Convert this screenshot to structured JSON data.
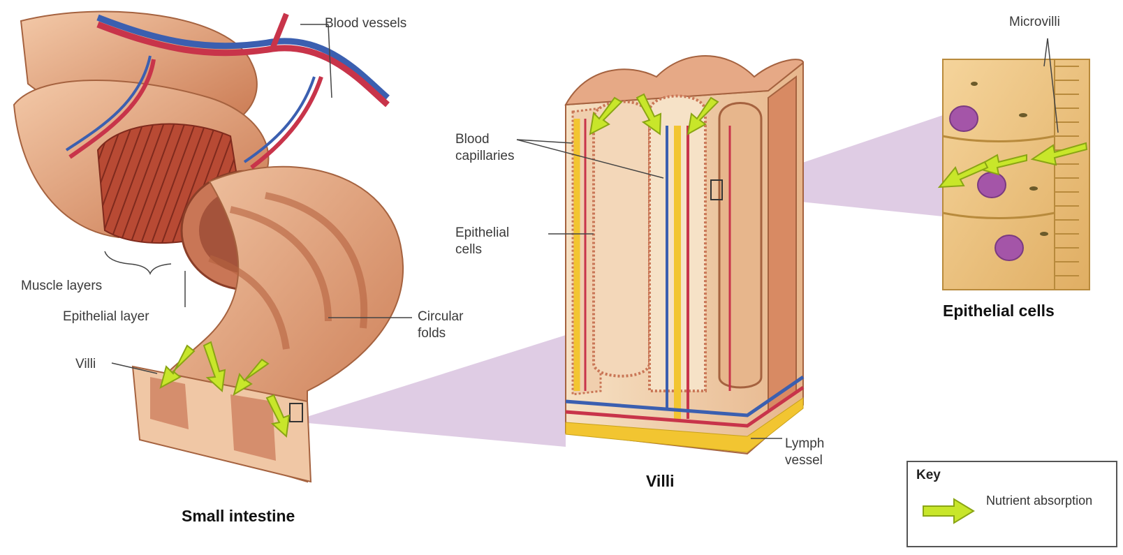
{
  "labels": {
    "blood_vessels": "Blood vessels",
    "microvilli": "Microvilli",
    "blood_capillaries_1": "Blood",
    "blood_capillaries_2": "capillaries",
    "epithelial_cells_1": "Epithelial",
    "epithelial_cells_2": "cells",
    "muscle_layers": "Muscle layers",
    "epithelial_layer": "Epithelial layer",
    "circular_folds_1": "Circular",
    "circular_folds_2": "folds",
    "villi": "Villi",
    "lymph_vessel_1": "Lymph",
    "lymph_vessel_2": "vessel"
  },
  "captions": {
    "small_intestine": "Small intestine",
    "villi": "Villi",
    "epithelial_cells": "Epithelial cells"
  },
  "key": {
    "title": "Key",
    "entry": "Nutrient absorption",
    "arrow_color": "#c8e62a",
    "arrow_outline": "#8aa514"
  },
  "colors": {
    "tissue": "#e2a27c",
    "tissue_dark": "#b5623f",
    "muscle": "#b84a34",
    "artery": "#c8344a",
    "vein": "#3b5fb0",
    "lymph": "#f2c531",
    "nucleus": "#a455a8",
    "zoom_band": "#d9c3df"
  }
}
